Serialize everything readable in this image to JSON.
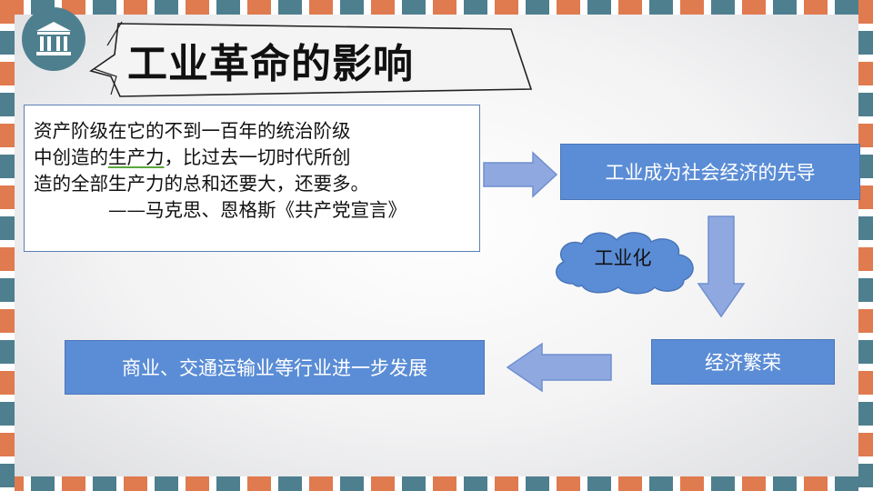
{
  "slide": {
    "title": "工业革命的影响",
    "emblem_icon": "classical-building-icon"
  },
  "quote": {
    "line1": "资产阶级在它的不到一百年的统治阶级",
    "line2_before": "中创造的",
    "line2_underlined": "生产力",
    "line2_after": "，比过去一切时代所创",
    "line3": "造的全部生产力的总和还要大，还要多。",
    "source": "——马克思、恩格斯《共产党宣言》"
  },
  "flow": {
    "pioneer": "工业成为社会经济的先导",
    "industrialization": "工业化",
    "prosperity": "经济繁荣",
    "development": "商业、交通运输业等行业进一步发展"
  },
  "colors": {
    "box_fill": "#5b8dd6",
    "arrow_fill": "#8fa8e0",
    "cloud_fill": "#5b8dd6",
    "stripe_orange": "#e07a4f",
    "stripe_teal": "#4e7f8e"
  }
}
